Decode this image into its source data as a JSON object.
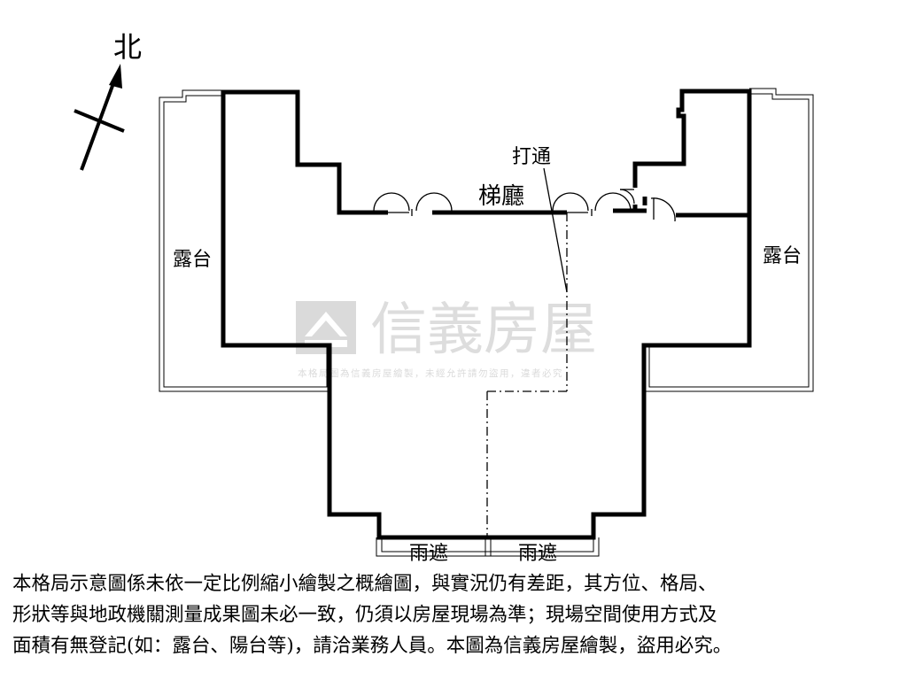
{
  "north_label": "北",
  "rooms": {
    "terrace_left": "露台",
    "terrace_right": "露台",
    "elevator_hall": "梯廳",
    "opened_wall": "打通",
    "canopy_left": "雨遮",
    "canopy_right": "雨遮"
  },
  "watermark": {
    "brand": "信義房屋",
    "notice": "本格局圖為信義房屋繪製，未經允許請勿盜用，違者必究"
  },
  "disclaimer": {
    "line1": "本格局示意圖係未依一定比例縮小繪製之概繪圖，與實況仍有差距，其方位、格局、",
    "line2": "形狀等與地政機關測量成果圖未必一致，仍須以房屋現場為準；現場空間使用方式及",
    "line3": "面積有無登記(如：露台、陽台等)，請洽業務人員。本圖為信義房屋繪製，盜用必究。"
  },
  "colors": {
    "wall": "#000000",
    "watermark": "#c8c8c8"
  }
}
